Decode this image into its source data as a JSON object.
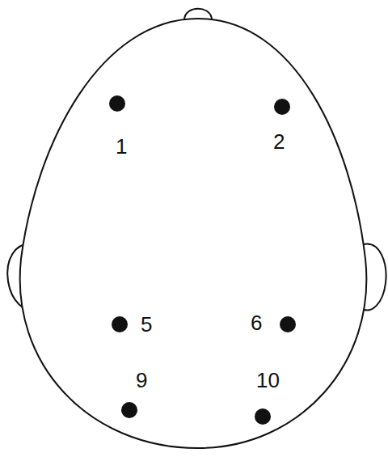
{
  "diagram": {
    "labels": [
      "1",
      "2",
      "5",
      "6",
      "9",
      "10"
    ]
  }
}
